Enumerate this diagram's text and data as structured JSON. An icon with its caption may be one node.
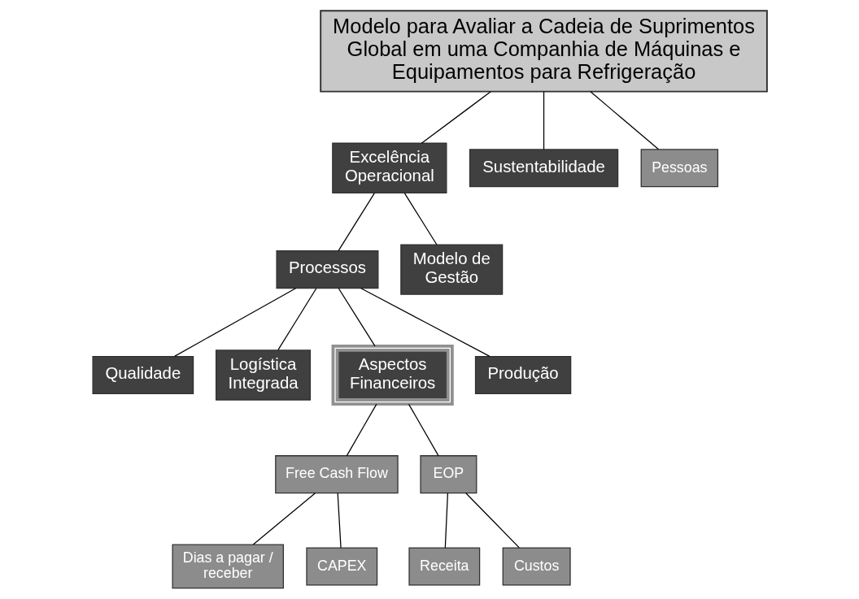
{
  "diagram": {
    "nodes": [
      {
        "text": [
          "Modelo para Avaliar a Cadeia de Suprimentos Global em uma Companhia de Máquinas e Equipamentos para Refrigeração"
        ]
      },
      {
        "text": [
          "Excelência Operacional"
        ]
      },
      {
        "text": [
          "Sustentabilidade"
        ]
      },
      {
        "text": [
          "Pessoas"
        ]
      },
      {
        "text": [
          "Processos"
        ]
      },
      {
        "text": [
          "Modelo de Gestão"
        ]
      },
      {
        "text": [
          "Qualidade"
        ]
      },
      {
        "text": [
          "Logística Integrada"
        ]
      },
      {
        "text": [
          "Aspectos Financeiros"
        ]
      },
      {
        "text": [
          "Produção"
        ]
      },
      {
        "text": [
          "Free Cash Flow"
        ]
      },
      {
        "text": [
          "EOP"
        ]
      },
      {
        "text": [
          "Dias a pagar / receber"
        ]
      },
      {
        "text": [
          "CAPEX"
        ]
      },
      {
        "text": [
          "Receita"
        ]
      },
      {
        "text": [
          "Custos"
        ]
      }
    ],
    "edges": [
      {
        "from": 0,
        "to": 1,
        "arrow": "none"
      },
      {
        "from": 0,
        "to": 2,
        "arrow": "none"
      },
      {
        "from": 0,
        "to": 3,
        "arrow": "none"
      },
      {
        "from": 1,
        "to": 4,
        "arrow": "none"
      },
      {
        "from": 1,
        "to": 5,
        "arrow": "none"
      },
      {
        "from": 4,
        "to": 6,
        "arrow": "none"
      },
      {
        "from": 4,
        "to": 7,
        "arrow": "none"
      },
      {
        "from": 4,
        "to": 8,
        "arrow": "none"
      },
      {
        "from": 4,
        "to": 9,
        "arrow": "none"
      },
      {
        "from": 8,
        "to": 10,
        "arrow": "none"
      },
      {
        "from": 8,
        "to": 11,
        "arrow": "none"
      },
      {
        "from": 10,
        "to": 12,
        "arrow": "none"
      },
      {
        "from": 10,
        "to": 13,
        "arrow": "none"
      },
      {
        "from": 11,
        "to": 14,
        "arrow": "none"
      },
      {
        "from": 11,
        "to": 15,
        "arrow": "none"
      }
    ]
  }
}
